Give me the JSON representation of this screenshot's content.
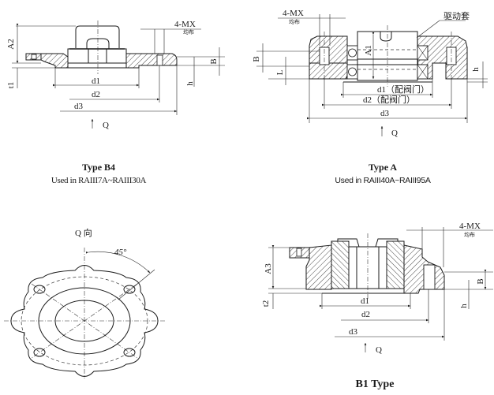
{
  "figures": [
    {
      "id": "type-b4",
      "title": "Type B4",
      "subtitle": "Used in RAIII7A~RAIII30A",
      "labels": {
        "a2": "A2",
        "t1": "t1",
        "mx": "4-MX",
        "mx_note": "均布",
        "b": "B",
        "h": "h",
        "d1": "d1",
        "d2": "d2",
        "d3": "d3",
        "q": "Q"
      }
    },
    {
      "id": "type-a",
      "title": "Type A",
      "subtitle": "Used in RAIII40A~RAIII95A",
      "labels": {
        "mx": "4-MX",
        "mx_note": "均布",
        "drive_sleeve": "驱动套",
        "a1": "A1",
        "b": "B",
        "l": "L",
        "h": "h",
        "d1": "d1（配阀门）",
        "d2": "d2（配阀门）",
        "d3": "d3",
        "q": "Q"
      }
    },
    {
      "id": "q-view",
      "title": "Q 向",
      "labels": {
        "angle": "45°"
      }
    },
    {
      "id": "type-b1",
      "title": "B1 Type",
      "labels": {
        "mx": "4-MX",
        "mx_note": "均布",
        "a3": "A3",
        "t2": "t2",
        "b": "B",
        "h": "h",
        "d1": "d1",
        "d2": "d2",
        "d3": "d3",
        "q": "Q"
      }
    }
  ]
}
